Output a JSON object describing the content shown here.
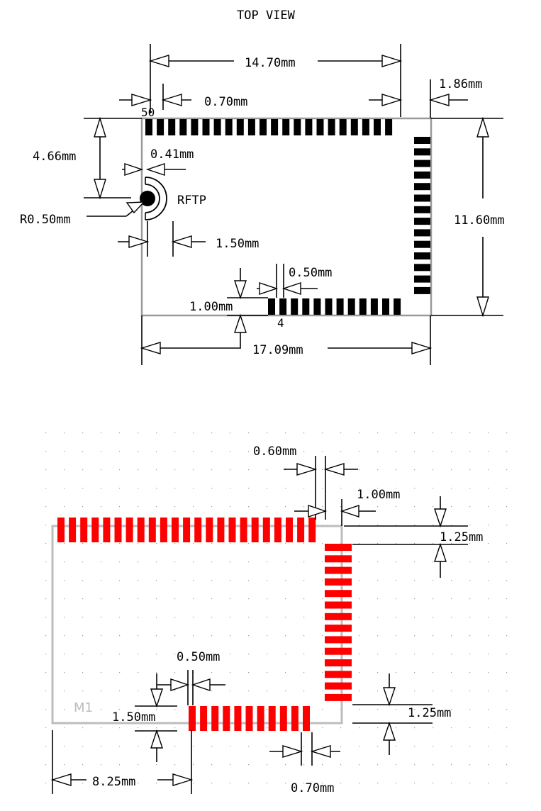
{
  "top_view": {
    "title": "TOP VIEW",
    "pin_first": "50",
    "pin_last": "4",
    "rftp_label": "RFTP",
    "dims": {
      "pad_row_width": "14.70mm",
      "pitch": "0.70mm",
      "right_offset": "1.86mm",
      "rftp_y": "4.66mm",
      "rftp_offset": "0.41mm",
      "radius": "R0.50mm",
      "rftp_width": "1.50mm",
      "pad_gap": "0.50mm",
      "pad_height": "1.00mm",
      "module_width": "17.09mm",
      "module_height": "11.60mm"
    }
  },
  "footprint": {
    "ref": "M1",
    "pad_color": "#ff0000",
    "outline_color": "#bdbdbd",
    "dims": {
      "right_gap": "0.60mm",
      "right_offset": "1.00mm",
      "top_pad": "1.25mm",
      "pad_gap": "0.50mm",
      "pad_height": "1.50mm",
      "bottom_pad": "1.25mm",
      "left_offset": "8.25mm",
      "pitch": "0.70mm"
    }
  }
}
